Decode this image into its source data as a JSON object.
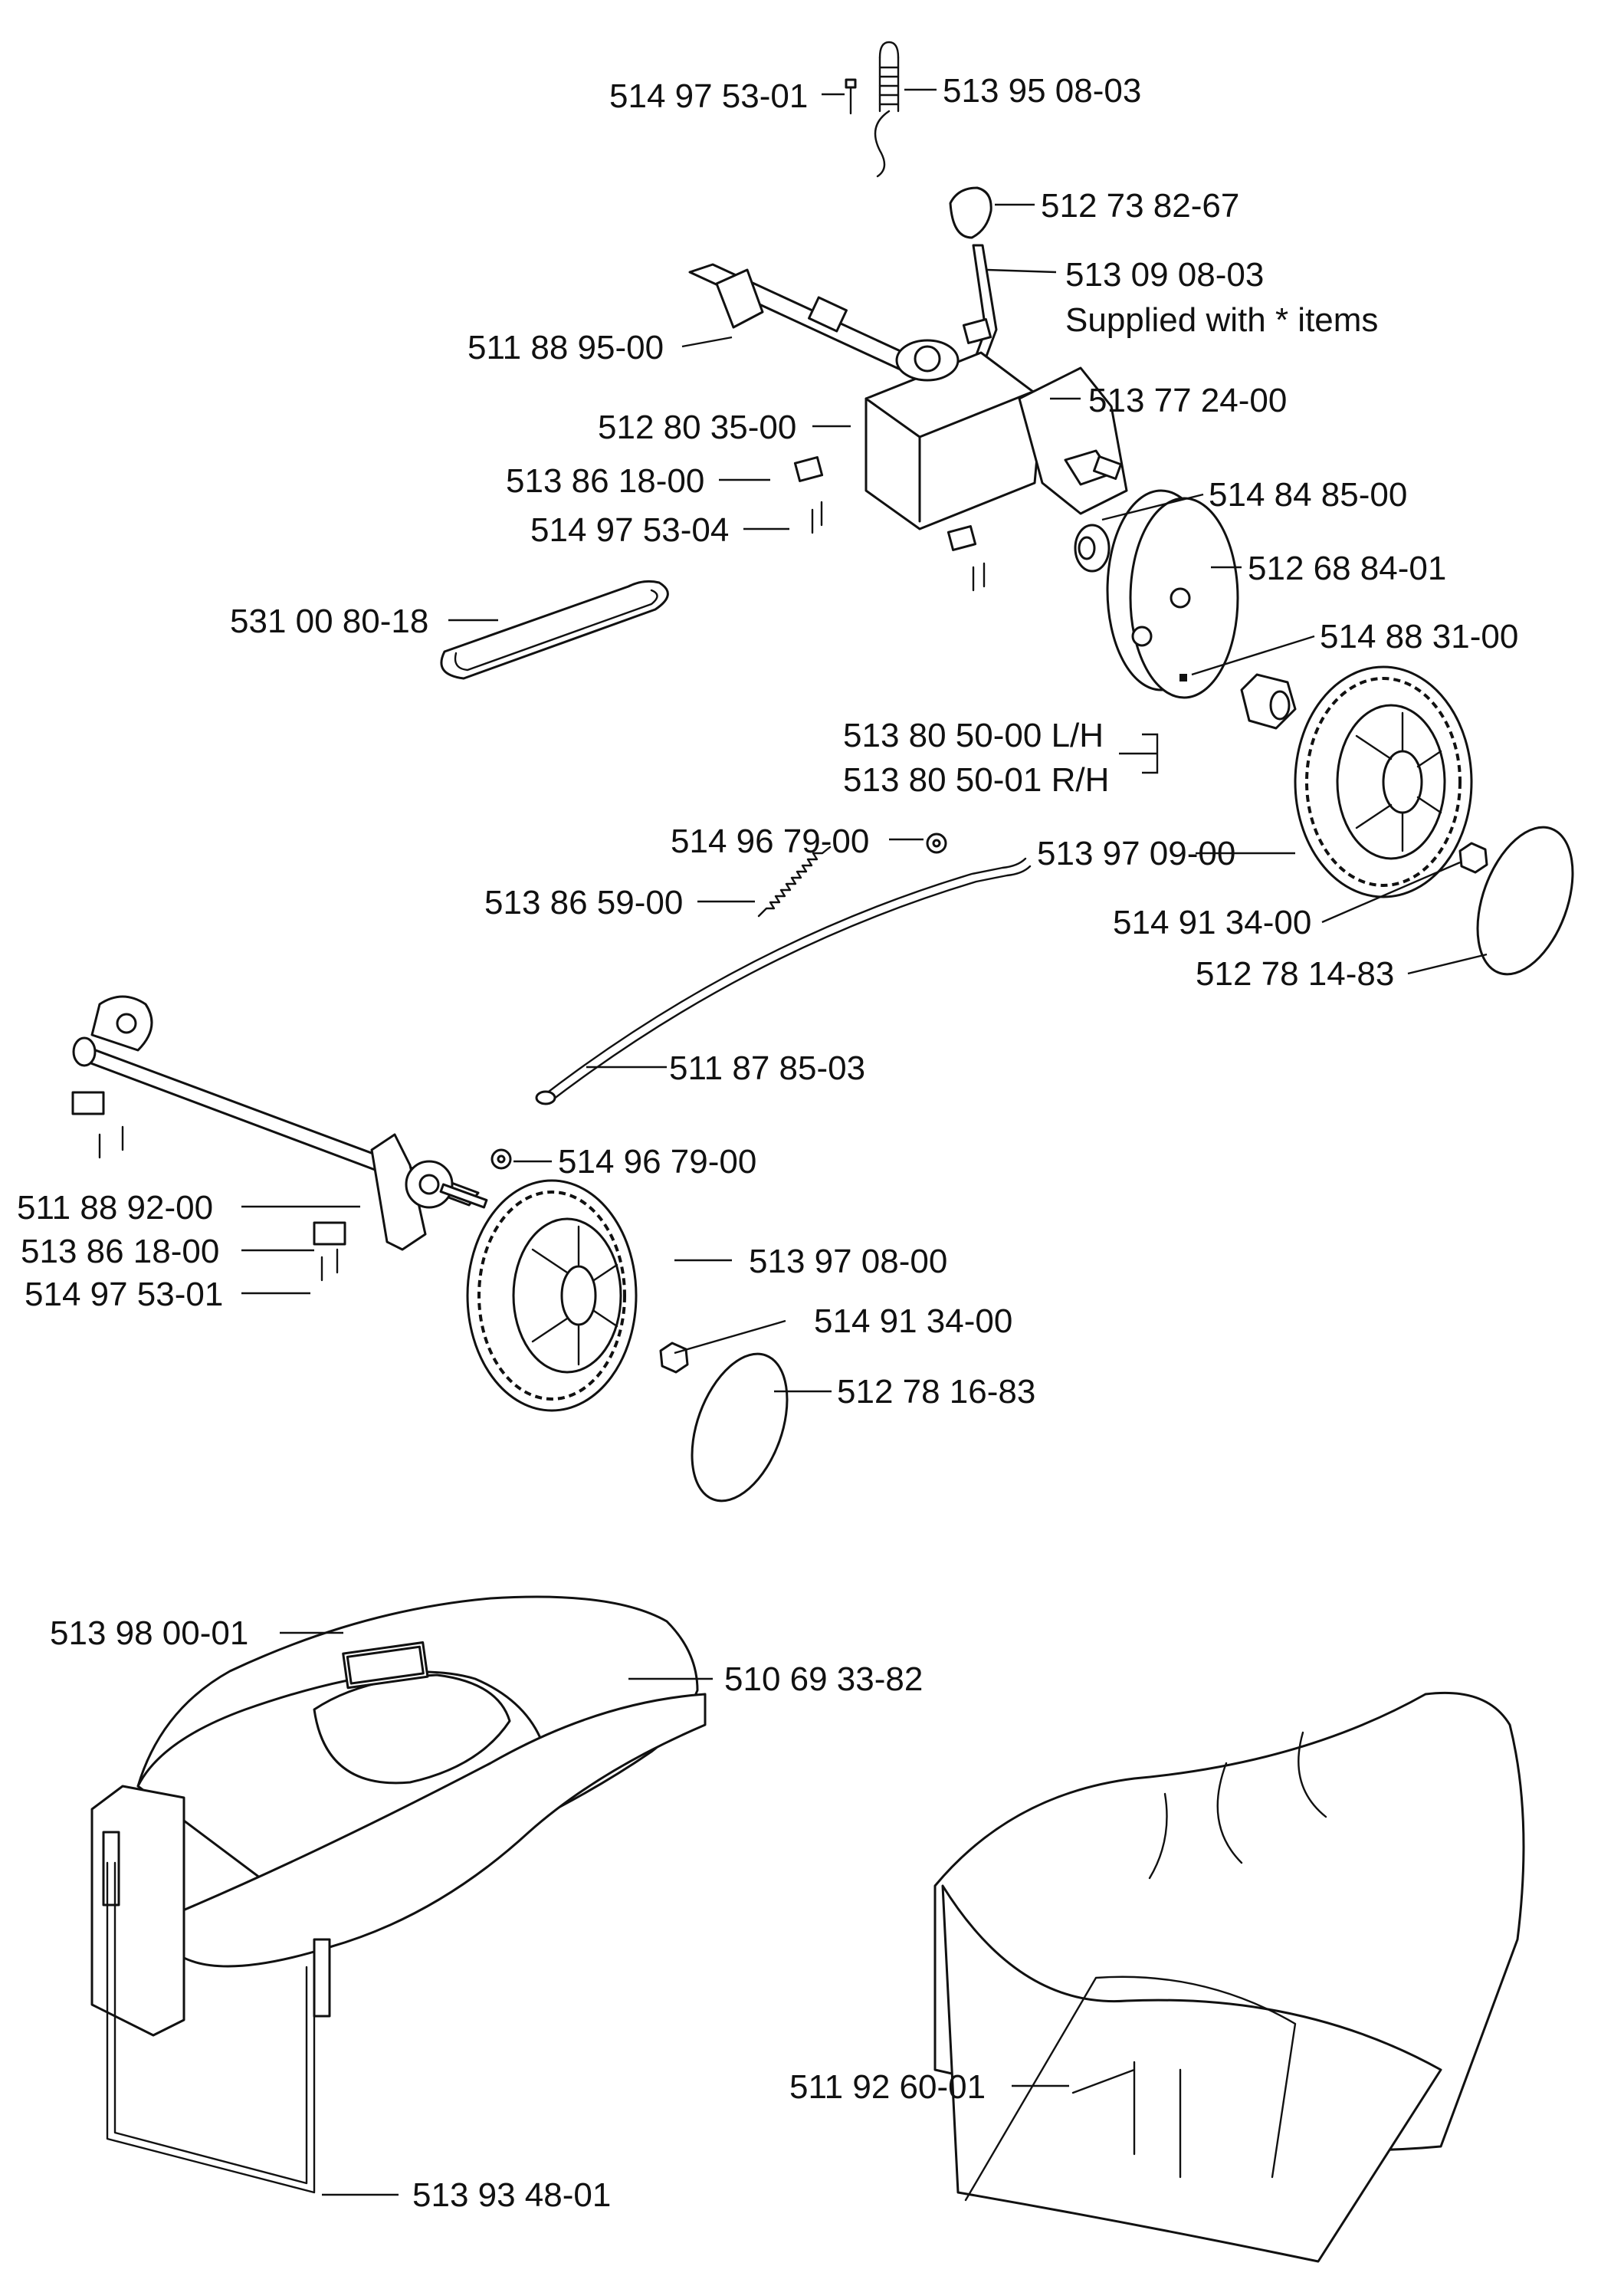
{
  "parts": {
    "p1": "514 97 53-01",
    "p2": "513 95 08-03",
    "p3": "512 73 82-67",
    "p4": "513 09 08-03",
    "p4_note": "Supplied with * items",
    "p5": "511 88 95-00",
    "p6": "513 77 24-00",
    "p7": "512 80 35-00",
    "p8": "514 84 85-00",
    "p9": "513 86 18-00",
    "p10": "514 97 53-04",
    "p11": "512 68 84-01",
    "p12": "531 00 80-18",
    "p13": "514 88 31-00",
    "p14": "513 80 50-00 L/H",
    "p15": "513 80 50-01 R/H",
    "p16": "514 96 79-00",
    "p17": "513 97 09-00",
    "p18": "513 86 59-00",
    "p19": "514 91 34-00",
    "p20": "512 78 14-83",
    "p21": "511 87 85-03",
    "p22": "514 96 79-00",
    "p23": "511 88 92-00",
    "p24": "513 86 18-00",
    "p25": "513 97  08-00",
    "p26": "514 97 53-01",
    "p27": "514 91 34-00",
    "p28": "512 78 16-83",
    "p29": "513 98 00-01",
    "p30": "510 69 33-82",
    "p31": "513 93 48-01",
    "p32": "511 92 60-01"
  }
}
